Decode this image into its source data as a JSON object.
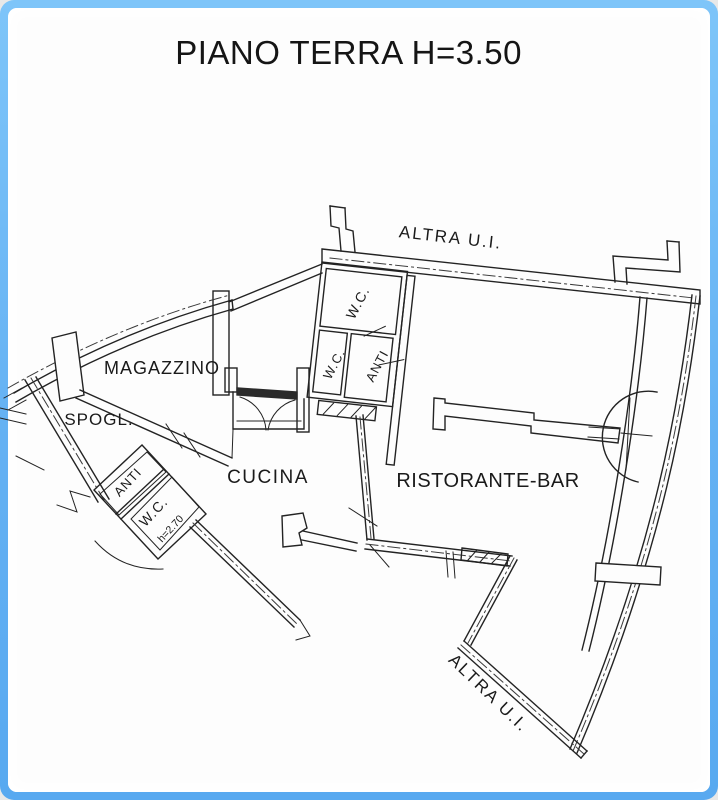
{
  "frame": {
    "border_color_top": "#7ec5f9",
    "border_color_bottom": "#58a9f0",
    "paper_color": "#fdfdfd",
    "line_color": "#232323"
  },
  "title": "PIANO TERRA H=3.50",
  "plan": {
    "labels": {
      "altra_ui_top": "ALTRA U.I.",
      "altra_ui_bottom": "ALTRA U.I.",
      "magazzino": "MAGAZZINO",
      "spogliatoio": "SPOGL.",
      "cucina": "CUCINA",
      "ristorante_bar": "RISTORANTE-BAR",
      "wc_top": "W.C.",
      "wc_top_small": "W.C.",
      "anti_top": "ANTI",
      "anti_left": "ANTI",
      "wc_left": "W.C.",
      "wc_left_height": "h=2.70"
    }
  }
}
